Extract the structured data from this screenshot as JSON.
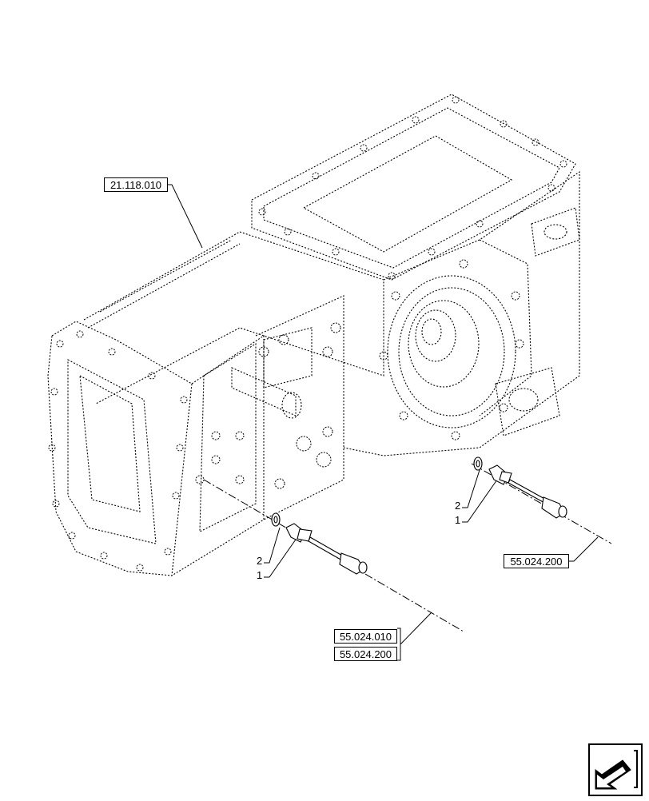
{
  "references": {
    "housing": "21.118.010",
    "sensor_right": "55.024.200",
    "sensor_left_a": "55.024.010",
    "sensor_left_b": "55.024.200"
  },
  "callouts": {
    "right_item_2": "2",
    "right_item_1": "1",
    "left_item_2": "2",
    "left_item_1": "1"
  },
  "icons": {
    "navigation": "back-arrow-icon"
  }
}
